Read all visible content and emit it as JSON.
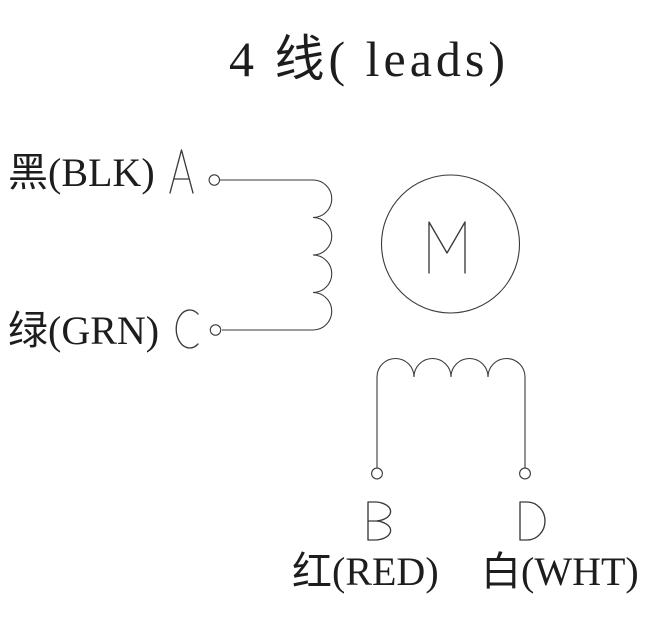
{
  "diagram": {
    "title": "4 线( leads)",
    "motor_label": "M",
    "terminals": {
      "a": {
        "letter": "A",
        "wire_label": "黑(BLK)"
      },
      "c": {
        "letter": "C",
        "wire_label": "绿(GRN)"
      },
      "b": {
        "letter": "B",
        "wire_label": "红(RED)"
      },
      "d": {
        "letter": "D",
        "wire_label": "白(WHT)"
      }
    },
    "colors": {
      "background": "#ffffff",
      "line": "#3a3a3a",
      "text": "#1d1d1d"
    }
  }
}
